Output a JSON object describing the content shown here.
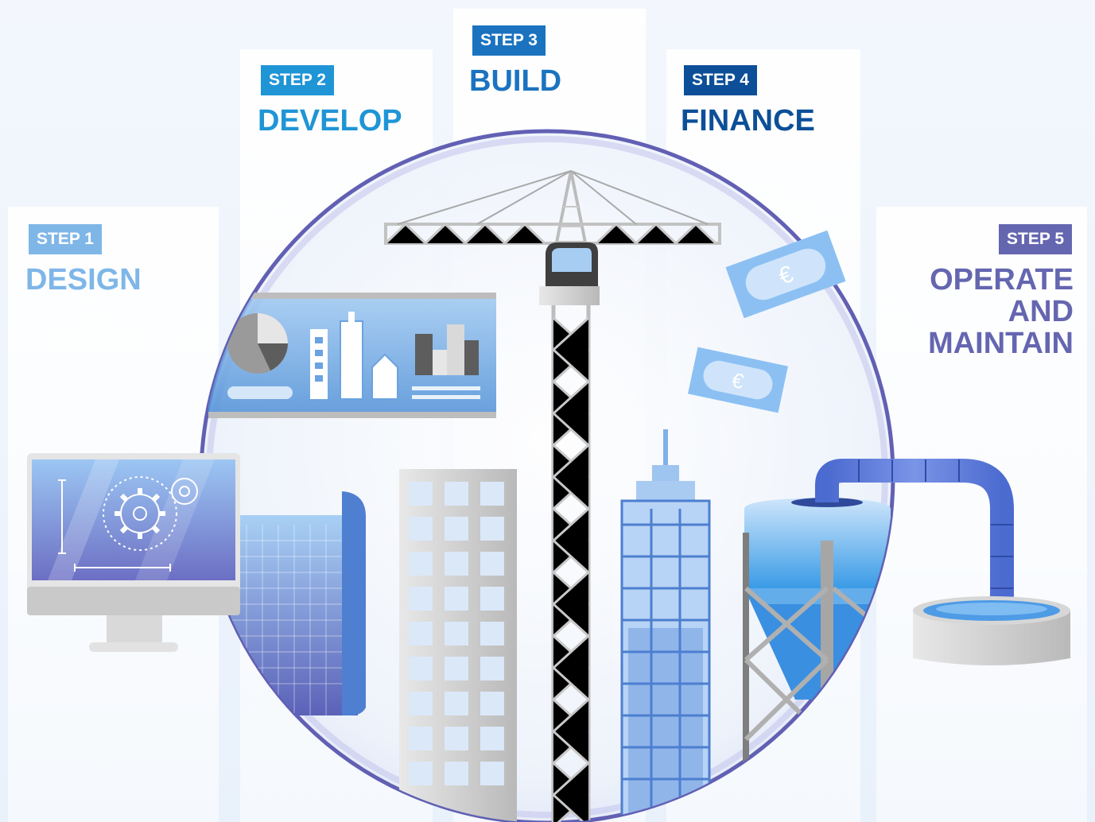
{
  "steps": [
    {
      "badge": "STEP 1",
      "title": "DESIGN",
      "color": "#7fb6e8"
    },
    {
      "badge": "STEP 2",
      "title": "DEVELOP",
      "color": "#1f95d6"
    },
    {
      "badge": "STEP 3",
      "title": "BUILD",
      "color": "#1b73c0"
    },
    {
      "badge": "STEP 4",
      "title": "FINANCE",
      "color": "#0c4f98"
    },
    {
      "badge": "STEP 5",
      "title_lines": [
        "OPERATE",
        "AND",
        "MAINTAIN"
      ],
      "color": "#6566b0"
    }
  ],
  "currency_symbol": "€"
}
